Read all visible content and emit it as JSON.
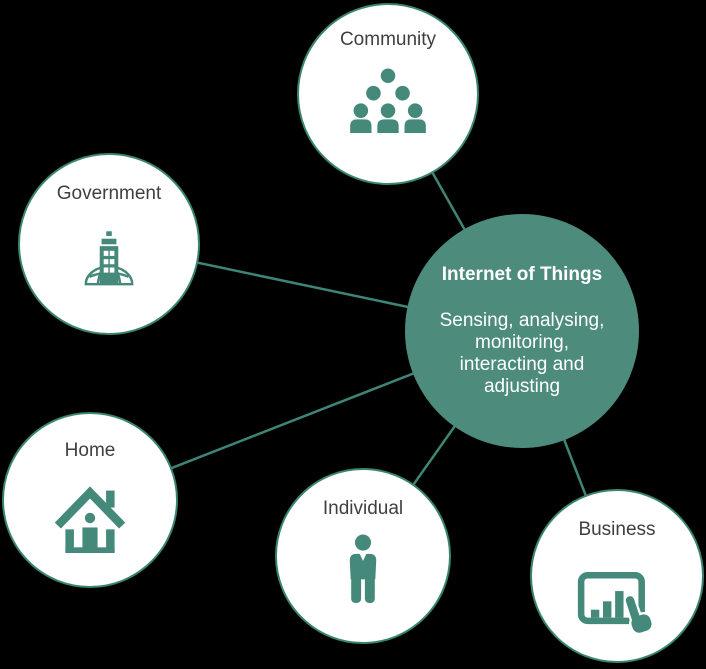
{
  "diagram": {
    "center": {
      "title": "Internet of Things",
      "subtitle": "Sensing, analysing,\nmonitoring,\ninteracting and\nadjusting"
    },
    "nodes": [
      {
        "label": "Community",
        "icon": "people-group-icon"
      },
      {
        "label": "Government",
        "icon": "government-building-icon"
      },
      {
        "label": "Home",
        "icon": "house-icon"
      },
      {
        "label": "Individual",
        "icon": "person-icon"
      },
      {
        "label": "Business",
        "icon": "touchscreen-chart-icon"
      }
    ],
    "connections": [
      [
        "Internet of Things",
        "Community"
      ],
      [
        "Internet of Things",
        "Government"
      ],
      [
        "Internet of Things",
        "Home"
      ],
      [
        "Internet of Things",
        "Individual"
      ],
      [
        "Internet of Things",
        "Business"
      ]
    ]
  },
  "theme": {
    "background_color": "#000000",
    "center_fill": "#4d8b7d",
    "center_text_color": "#ffffff",
    "ring_color": "#3a8472",
    "line_color": "#3f8577",
    "icon_color": "#45897a",
    "label_color": "#3f3f3f"
  }
}
